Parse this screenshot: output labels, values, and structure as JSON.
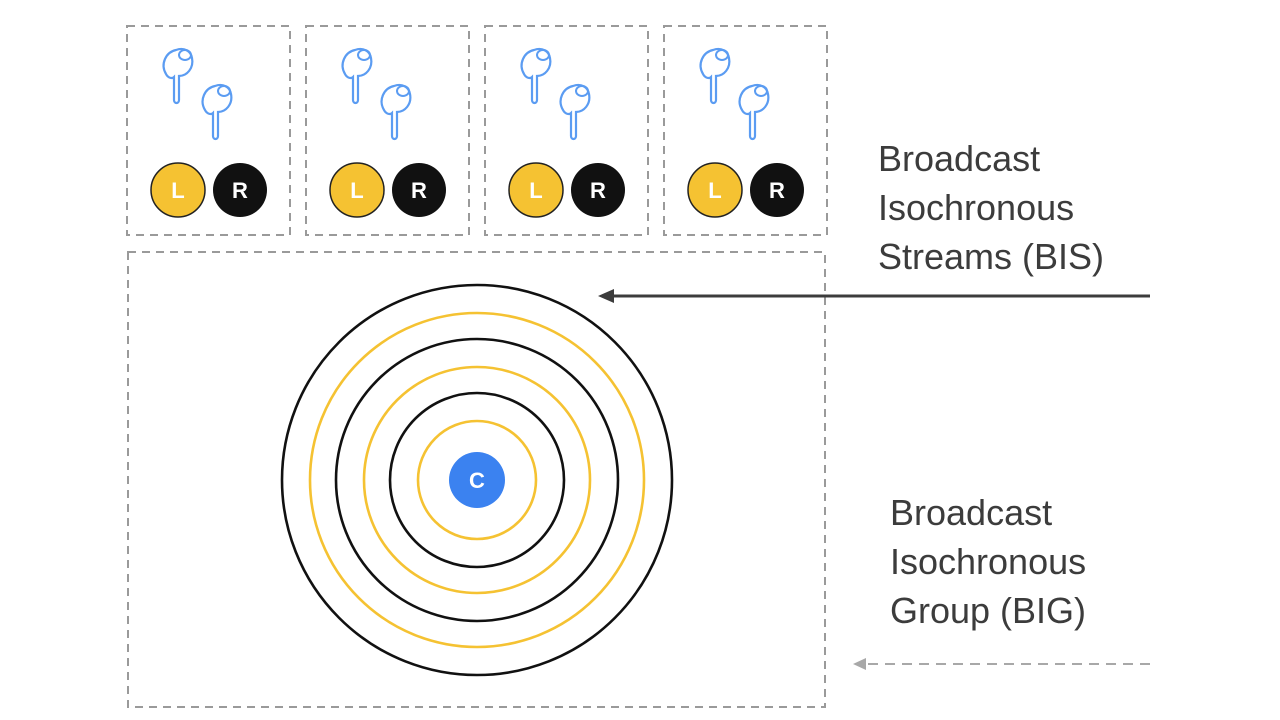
{
  "colors": {
    "left_badge": "#f5c232",
    "right_badge": "#111111",
    "center_badge": "#3b82f0",
    "earbud_stroke": "#5b9cf2",
    "ring_black": "#111111",
    "ring_yellow": "#f5c232",
    "dashed_border": "#9a9a9a",
    "arrow_solid": "#3c3c3c",
    "arrow_dashed": "#a8a8a8"
  },
  "streams": [
    {
      "left_label": "L",
      "right_label": "R",
      "icon": "earbuds-icon"
    },
    {
      "left_label": "L",
      "right_label": "R",
      "icon": "earbuds-icon"
    },
    {
      "left_label": "L",
      "right_label": "R",
      "icon": "earbuds-icon"
    },
    {
      "left_label": "L",
      "right_label": "R",
      "icon": "earbuds-icon"
    }
  ],
  "center": {
    "label": "C"
  },
  "rings": [
    "black",
    "yellow",
    "black",
    "yellow",
    "black",
    "yellow"
  ],
  "bis_label": [
    "Broadcast",
    "Isochronous",
    "Streams (BIS)"
  ],
  "big_label": [
    "Broadcast",
    "Isochronous",
    "Group (BIG)"
  ]
}
